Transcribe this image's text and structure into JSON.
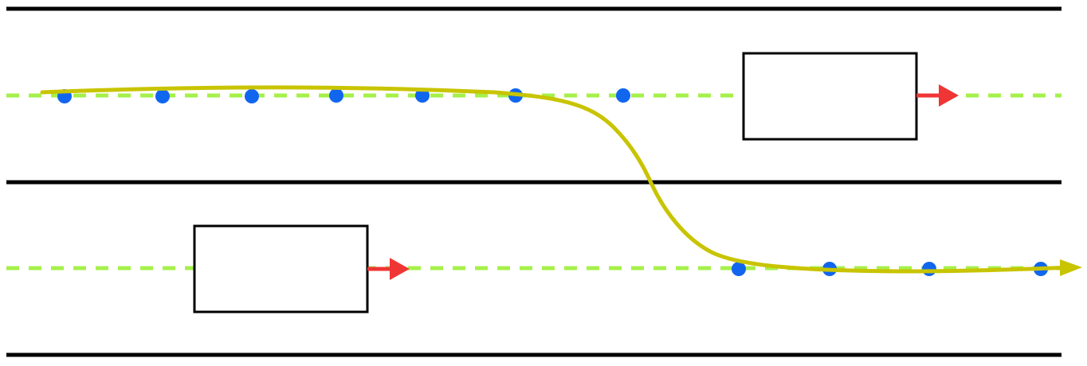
{
  "diagram": {
    "description_type": "lane-change-trajectory",
    "colors": {
      "road_line": "#000000",
      "lane_centerline": "#a6f04a",
      "trajectory": "#c8c400",
      "waypoint": "#1166ee",
      "vehicle_outline": "#000000",
      "vehicle_fill": "#ffffff",
      "heading_arrow": "#f03535"
    },
    "lanes": [
      {
        "name": "upper-lane"
      },
      {
        "name": "lower-lane"
      }
    ],
    "vehicles": [
      {
        "name": "upper-lane-vehicle",
        "lane": "upper-lane"
      },
      {
        "name": "lower-lane-vehicle",
        "lane": "lower-lane"
      }
    ],
    "waypoints": {
      "upper-lane_count": 7,
      "lower-lane_count": 4
    },
    "icons": {
      "trajectory_end": "arrowhead-icon",
      "vehicle_heading": "arrow-right-icon"
    }
  }
}
